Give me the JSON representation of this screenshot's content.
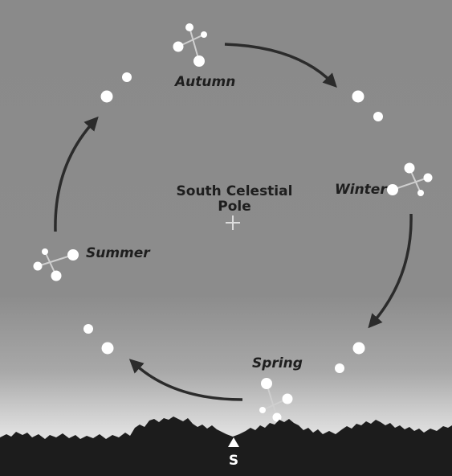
{
  "pole": {
    "line1": "South Celestial",
    "line2": "Pole"
  },
  "seasons": {
    "autumn": "Autumn",
    "winter": "Winter",
    "spring": "Spring",
    "summer": "Summer"
  },
  "direction": "S",
  "colors": {
    "sky_top": "#8a8a8a",
    "sky_horizon": "#f2f2f2",
    "arrow": "#2b2b2b",
    "label": "#1e1e1e",
    "star": "#ffffff",
    "cross_line": "#cfcfcf",
    "treeline": "#1c1c1c"
  }
}
